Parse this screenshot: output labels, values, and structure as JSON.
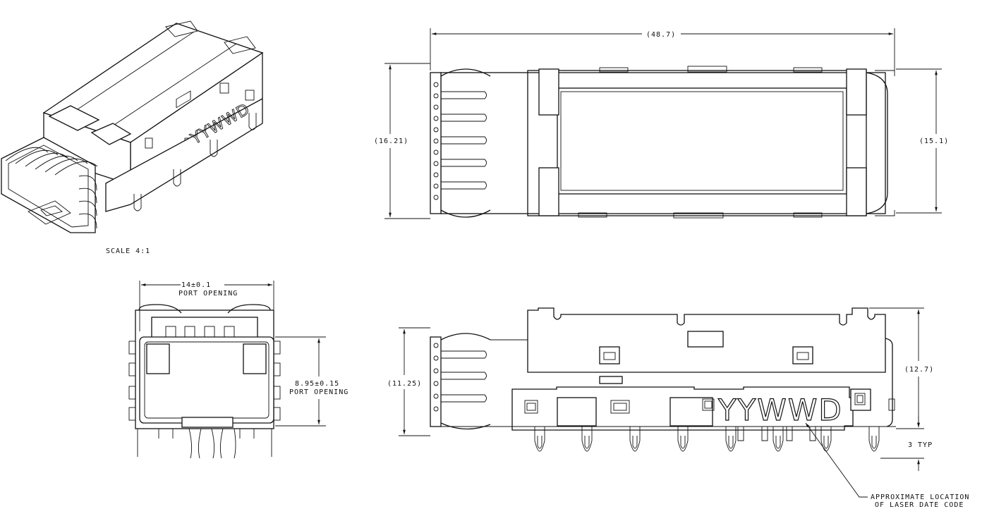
{
  "dimensions": {
    "top_length": "(48.7)",
    "top_left_height": "(16.21)",
    "top_right_height": "(15.1)",
    "front_width_value": "14±0.1",
    "front_width_label": "PORT OPENING",
    "front_height_value": "8.95±0.15",
    "front_height_label": "PORT OPENING",
    "side_left_height": "(11.25)",
    "side_right_height": "(12.7)",
    "side_pin_length": "3 TYP"
  },
  "labels": {
    "scale": "SCALE  4:1",
    "date_code_stamp": "YYWWD",
    "iso_date_code": "YYWWD",
    "callout_line1": "APPROXIMATE LOCATION",
    "callout_line2": "OF LASER DATE CODE"
  }
}
